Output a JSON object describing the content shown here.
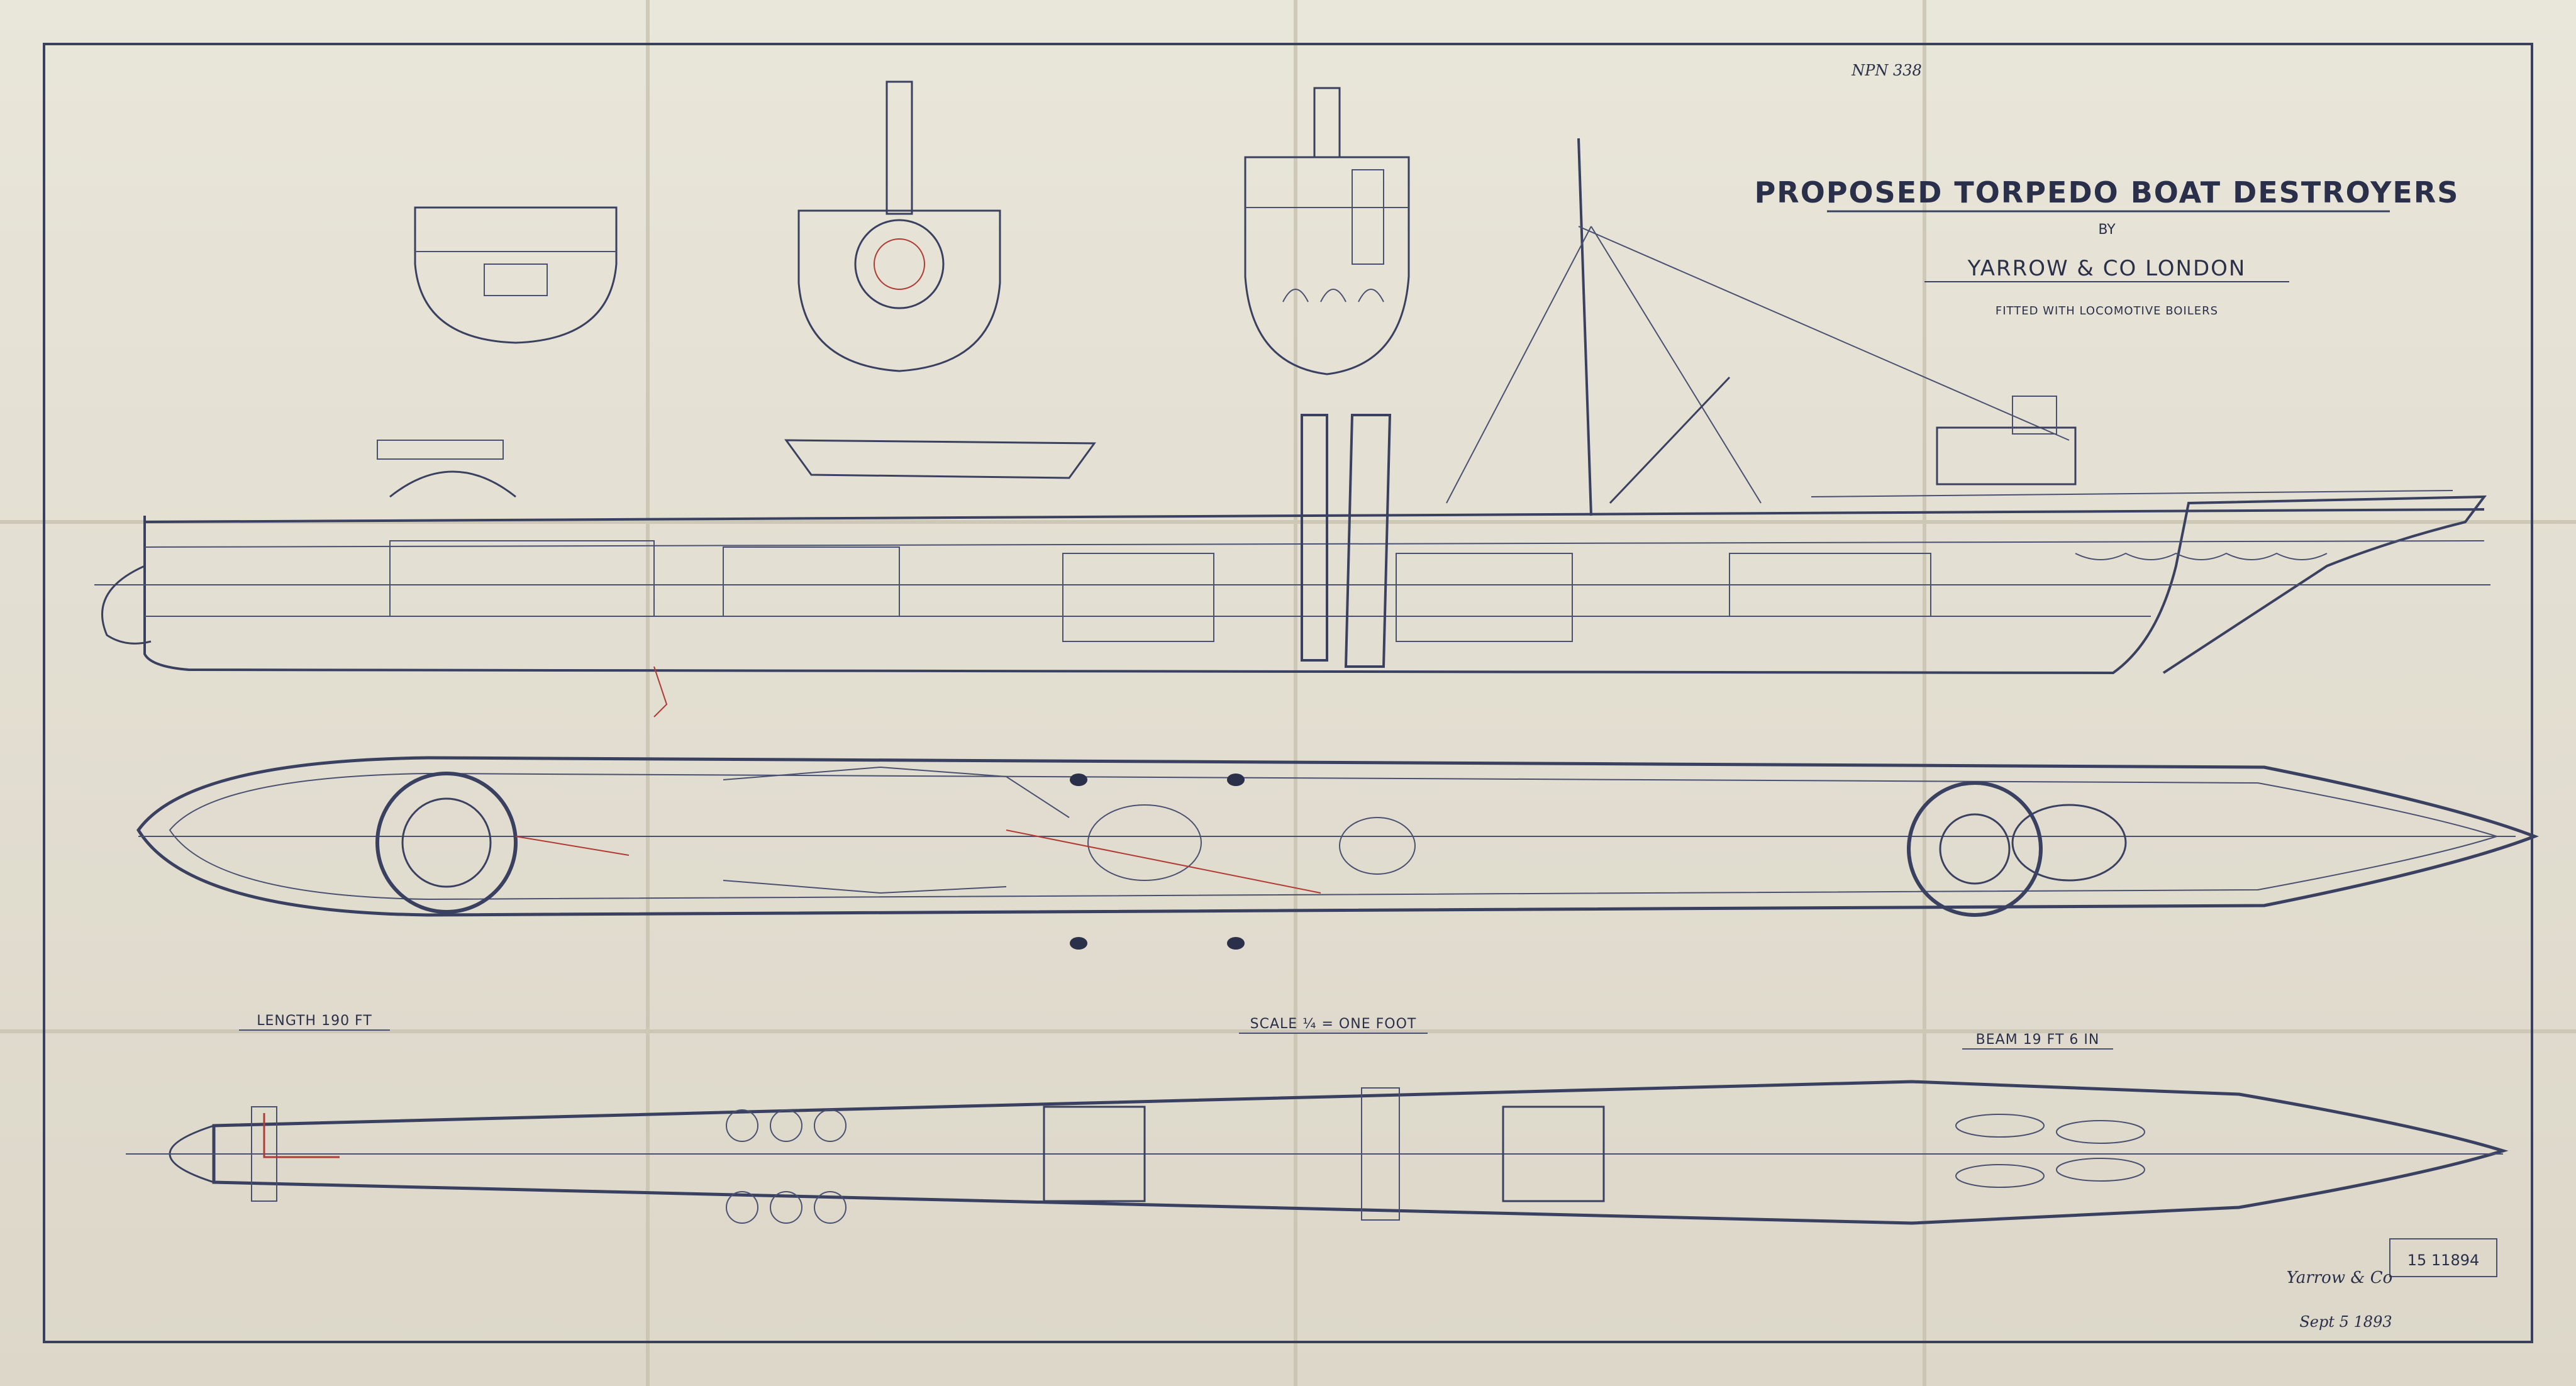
{
  "title": {
    "main": "PROPOSED TORPEDO BOAT DESTROYERS",
    "by": "BY",
    "builder": "YARROW & CO LONDON",
    "subtitle": "FITTED WITH LOCOMOTIVE BOILERS"
  },
  "dimensions": {
    "length": "LENGTH 190 FT",
    "scale": "SCALE ¼ = ONE FOOT",
    "beam": "BEAM 19 FT 6 IN"
  },
  "stamps": {
    "reference": "15 11894",
    "signature": "Yarrow & Co",
    "date": "Sept 5 1893",
    "corner_ref": "NPN 338"
  },
  "colors": {
    "ink": "#3a4060",
    "red_ink": "#b03a34",
    "paper": "#e6e2d5"
  }
}
